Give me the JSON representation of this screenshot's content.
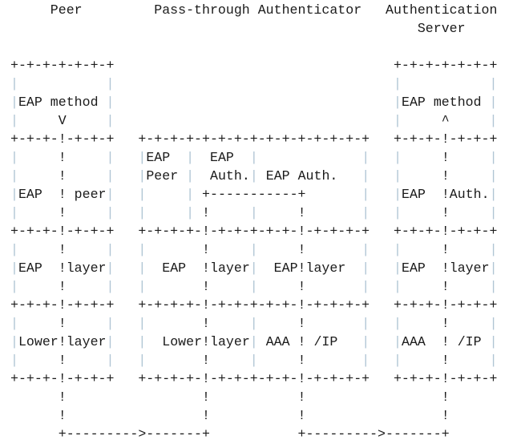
{
  "page": {
    "background": "#ffffff"
  },
  "figure": {
    "kind": "ascii-protocol-stack-diagram",
    "column_titles": [
      "Peer",
      "Pass-through Authenticator",
      "Authentication Server"
    ],
    "colors": {
      "ink": "#1b1b1b",
      "box_edge": "#b0c5d4",
      "background": "#ffffff"
    },
    "lines": [
      "     Peer         Pass-through Authenticator   Authentication",
      "                                                   Server",
      "",
      "+-+-+-+-+-+-+                                   +-+-+-+-+-+-+",
      "|           |                                   |           |",
      "|EAP method |                                   |EAP method |",
      "|     V     |                                   |     ^     |",
      "+-+-+-!-+-+-+   +-+-+-+-+-+-+-+-+-+-+-+-+-+-+   +-+-+-!-+-+-+",
      "|     !     |   |EAP  |  EAP  |             |   |     !     |",
      "|     !     |   |Peer |  Auth.| EAP Auth.   |   |     !     |",
      "|EAP  ! peer|   |     | +-----------+       |   |EAP  !Auth.|",
      "|     !     |   |     | !     |     !       |   |     !     |",
      "+-+-+-!-+-+-+   +-+-+-+-!-+-+-+-+-+-!-+-+-+-+   +-+-+-!-+-+-+",
      "|     !     |   |       !     |     !       |   |     !     |",
      "|EAP  !layer|   |  EAP  !layer|  EAP!layer  |   |EAP  !layer|",
      "|     !     |   |       !     |     !       |   |     !     |",
      "+-+-+-!-+-+-+   +-+-+-+-!-+-+-+-+-+-!-+-+-+-+   +-+-+-!-+-+-+",
      "|     !     |   |       !     |     !       |   |     !     |",
      "|Lower!layer|   |  Lower!layer| AAA ! /IP   |   |AAA  ! /IP |",
      "|     !     |   |       !     |     !       |   |     !     |",
      "+-+-+-!-+-+-+   +-+-+-+-!-+-+-+-+-+-!-+-+-+-+   +-+-+-!-+-+-+",
      "      !                 !           !                 !",
      "      !                 !           !                 !",
      "      +--------->-------+           +--------->-------+"
    ]
  }
}
